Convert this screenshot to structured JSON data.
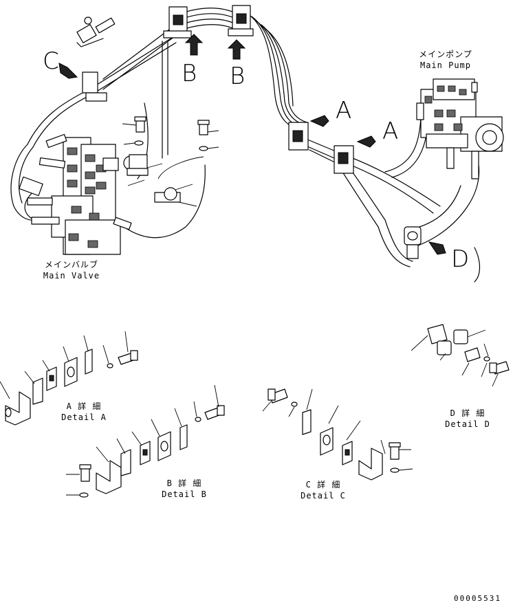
{
  "labels": {
    "main_pump_jp": "メインポンプ",
    "main_pump_en": "Main Pump",
    "main_valve_jp": "メインバルブ",
    "main_valve_en": "Main Valve",
    "detail_a_jp": "A 詳 細",
    "detail_a_en": "Detail A",
    "detail_b_jp": "B 詳 細",
    "detail_b_en": "Detail B",
    "detail_c_jp": "C 詳 細",
    "detail_c_en": "Detail C",
    "detail_d_jp": "D 詳 細",
    "detail_d_en": "Detail D"
  },
  "view_letters": {
    "c": "C",
    "b1": "B",
    "b2": "B",
    "a1": "A",
    "a2": "A",
    "d": "D"
  },
  "drawing_code": "00005531"
}
